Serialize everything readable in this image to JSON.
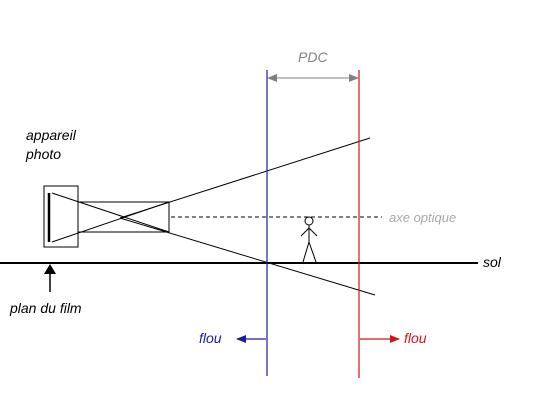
{
  "labels": {
    "camera_line1": "appareil",
    "camera_line2": "photo",
    "film_plane": "plan du film",
    "dof": "PDC",
    "optical_axis": "axe optique",
    "ground": "sol",
    "blur_left": "flou",
    "blur_right": "flou"
  },
  "colors": {
    "line": "#000000",
    "near_limit": "#1a1aa6",
    "far_limit": "#d21414",
    "dof_label": "#808080",
    "axis_label": "#a8a8a8",
    "blur_left_text": "#1a1aa6",
    "blur_right_text": "#d21414"
  }
}
